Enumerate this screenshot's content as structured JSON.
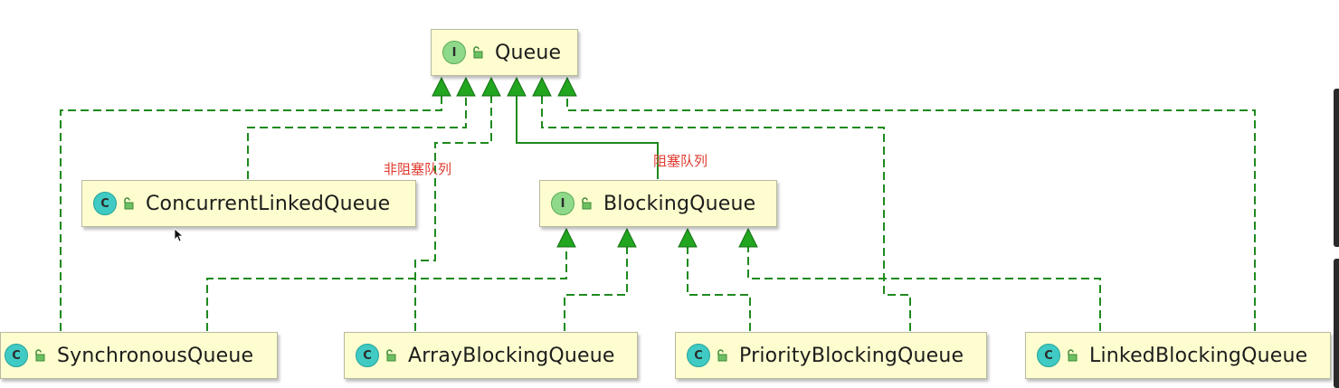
{
  "diagram": {
    "nodes": [
      {
        "id": "queue",
        "kind": "interface",
        "badge": "I",
        "label": "Queue"
      },
      {
        "id": "blocking_queue",
        "kind": "interface",
        "badge": "I",
        "label": "BlockingQueue"
      },
      {
        "id": "concurrent_linked_queue",
        "kind": "class",
        "badge": "C",
        "label": "ConcurrentLinkedQueue"
      },
      {
        "id": "synchronous_queue",
        "kind": "class",
        "badge": "C",
        "label": "SynchronousQueue"
      },
      {
        "id": "array_blocking_queue",
        "kind": "class",
        "badge": "C",
        "label": "ArrayBlockingQueue"
      },
      {
        "id": "priority_blocking_queue",
        "kind": "class",
        "badge": "C",
        "label": "PriorityBlockingQueue"
      },
      {
        "id": "linked_blocking_queue",
        "kind": "class",
        "badge": "C",
        "label": "LinkedBlockingQueue"
      }
    ],
    "edges": [
      {
        "from": "synchronous_queue",
        "to": "queue",
        "style": "dashed"
      },
      {
        "from": "concurrent_linked_queue",
        "to": "queue",
        "style": "dashed"
      },
      {
        "from": "array_blocking_queue",
        "to": "queue",
        "style": "dashed"
      },
      {
        "from": "blocking_queue",
        "to": "queue",
        "style": "solid"
      },
      {
        "from": "priority_blocking_queue",
        "to": "queue",
        "style": "dashed"
      },
      {
        "from": "linked_blocking_queue",
        "to": "queue",
        "style": "dashed"
      },
      {
        "from": "synchronous_queue",
        "to": "blocking_queue",
        "style": "dashed"
      },
      {
        "from": "array_blocking_queue",
        "to": "blocking_queue",
        "style": "dashed"
      },
      {
        "from": "priority_blocking_queue",
        "to": "blocking_queue",
        "style": "dashed"
      },
      {
        "from": "linked_blocking_queue",
        "to": "blocking_queue",
        "style": "dashed"
      }
    ],
    "annotations": {
      "non_blocking": "非阻塞队列",
      "blocking": "阻塞队列"
    },
    "colors": {
      "edge": "#1e8a1e",
      "arrow_fill": "#22a51f",
      "node_bg": "#fdfdcf",
      "annotation": "#e03a2f"
    }
  }
}
